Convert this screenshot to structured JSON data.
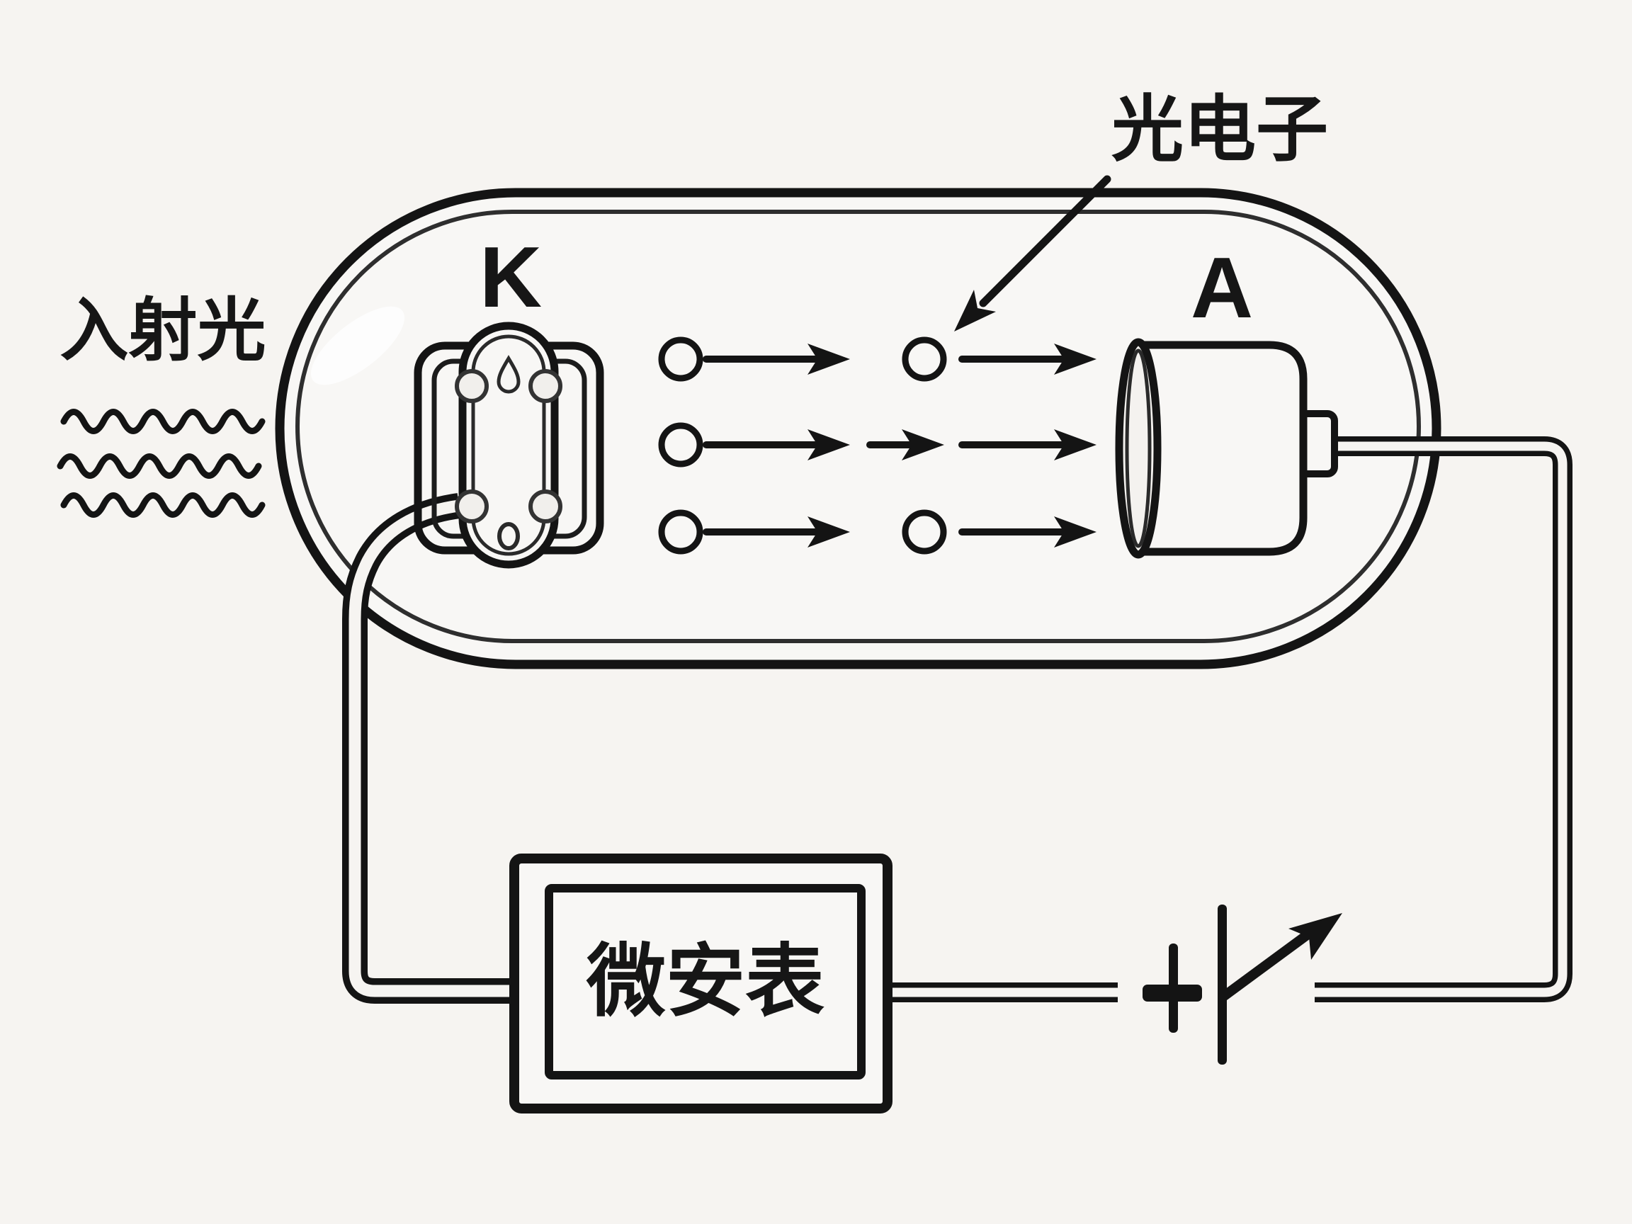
{
  "labels": {
    "incident_light": "入射光",
    "cathode": "K",
    "anode": "A",
    "photoelectron": "光电子",
    "microammeter": "微安表"
  },
  "colors": {
    "ink": "#161616",
    "background": "#f6f4f1",
    "glass_fill": "#f8f7f5",
    "inner_wall": "#2e2e2e"
  },
  "structure": {
    "electron_rows": 3,
    "wave_lines": 3
  }
}
